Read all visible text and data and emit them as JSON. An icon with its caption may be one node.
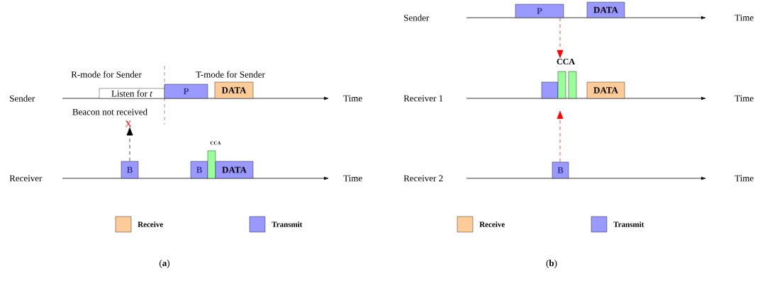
{
  "diagram": {
    "nodes": [
      {
        "text": [
          "Listen for *t*"
        ]
      },
      {
        "text": [
          "P"
        ]
      },
      {
        "text": [
          "DATA"
        ]
      },
      {
        "text": [
          "B"
        ]
      },
      {
        "text": [
          "B"
        ]
      },
      {
        "text": [],
        "shape": "bar"
      },
      {
        "text": [
          "DATA"
        ]
      },
      {
        "text": [
          "X"
        ]
      },
      {
        "text": [
          "P"
        ]
      },
      {
        "text": [
          "DATA"
        ]
      },
      {
        "text": [],
        "shape": "box"
      },
      {
        "text": [],
        "shape": "bar"
      },
      {
        "text": [],
        "shape": "bar"
      },
      {
        "text": [
          "DATA"
        ]
      },
      {
        "text": [
          "B"
        ]
      },
      {
        "text": [
          "CCA"
        ]
      }
    ],
    "edges": [
      {
        "from": 3,
        "to": 7,
        "arrow": "to",
        "style": "dashed",
        "color": "#000000"
      },
      {
        "from": 8,
        "to": 15,
        "arrow": "to",
        "style": "dashed",
        "color": "#ff0000"
      },
      {
        "from": 14,
        "to": null,
        "arrow": "to",
        "style": "dashed",
        "color": "#ff0000"
      }
    ],
    "labels": [
      "R-mode for Sender",
      "T-mode for Sender",
      "Sender",
      "Time",
      "Beacon not received",
      "CCA",
      "Receiver",
      "Time",
      "Sender",
      "Time",
      "Receiver 1",
      "Time",
      "Receiver 2",
      "Time",
      "(**a**)",
      "(**b**)"
    ],
    "legend": [
      {
        "text": "Receive",
        "color": "#ffcc99"
      },
      {
        "text": "Transmit",
        "color": "#9999ff"
      },
      {
        "text": "Receive",
        "color": "#ffcc99"
      },
      {
        "text": "Transmit",
        "color": "#9999ff"
      }
    ]
  }
}
